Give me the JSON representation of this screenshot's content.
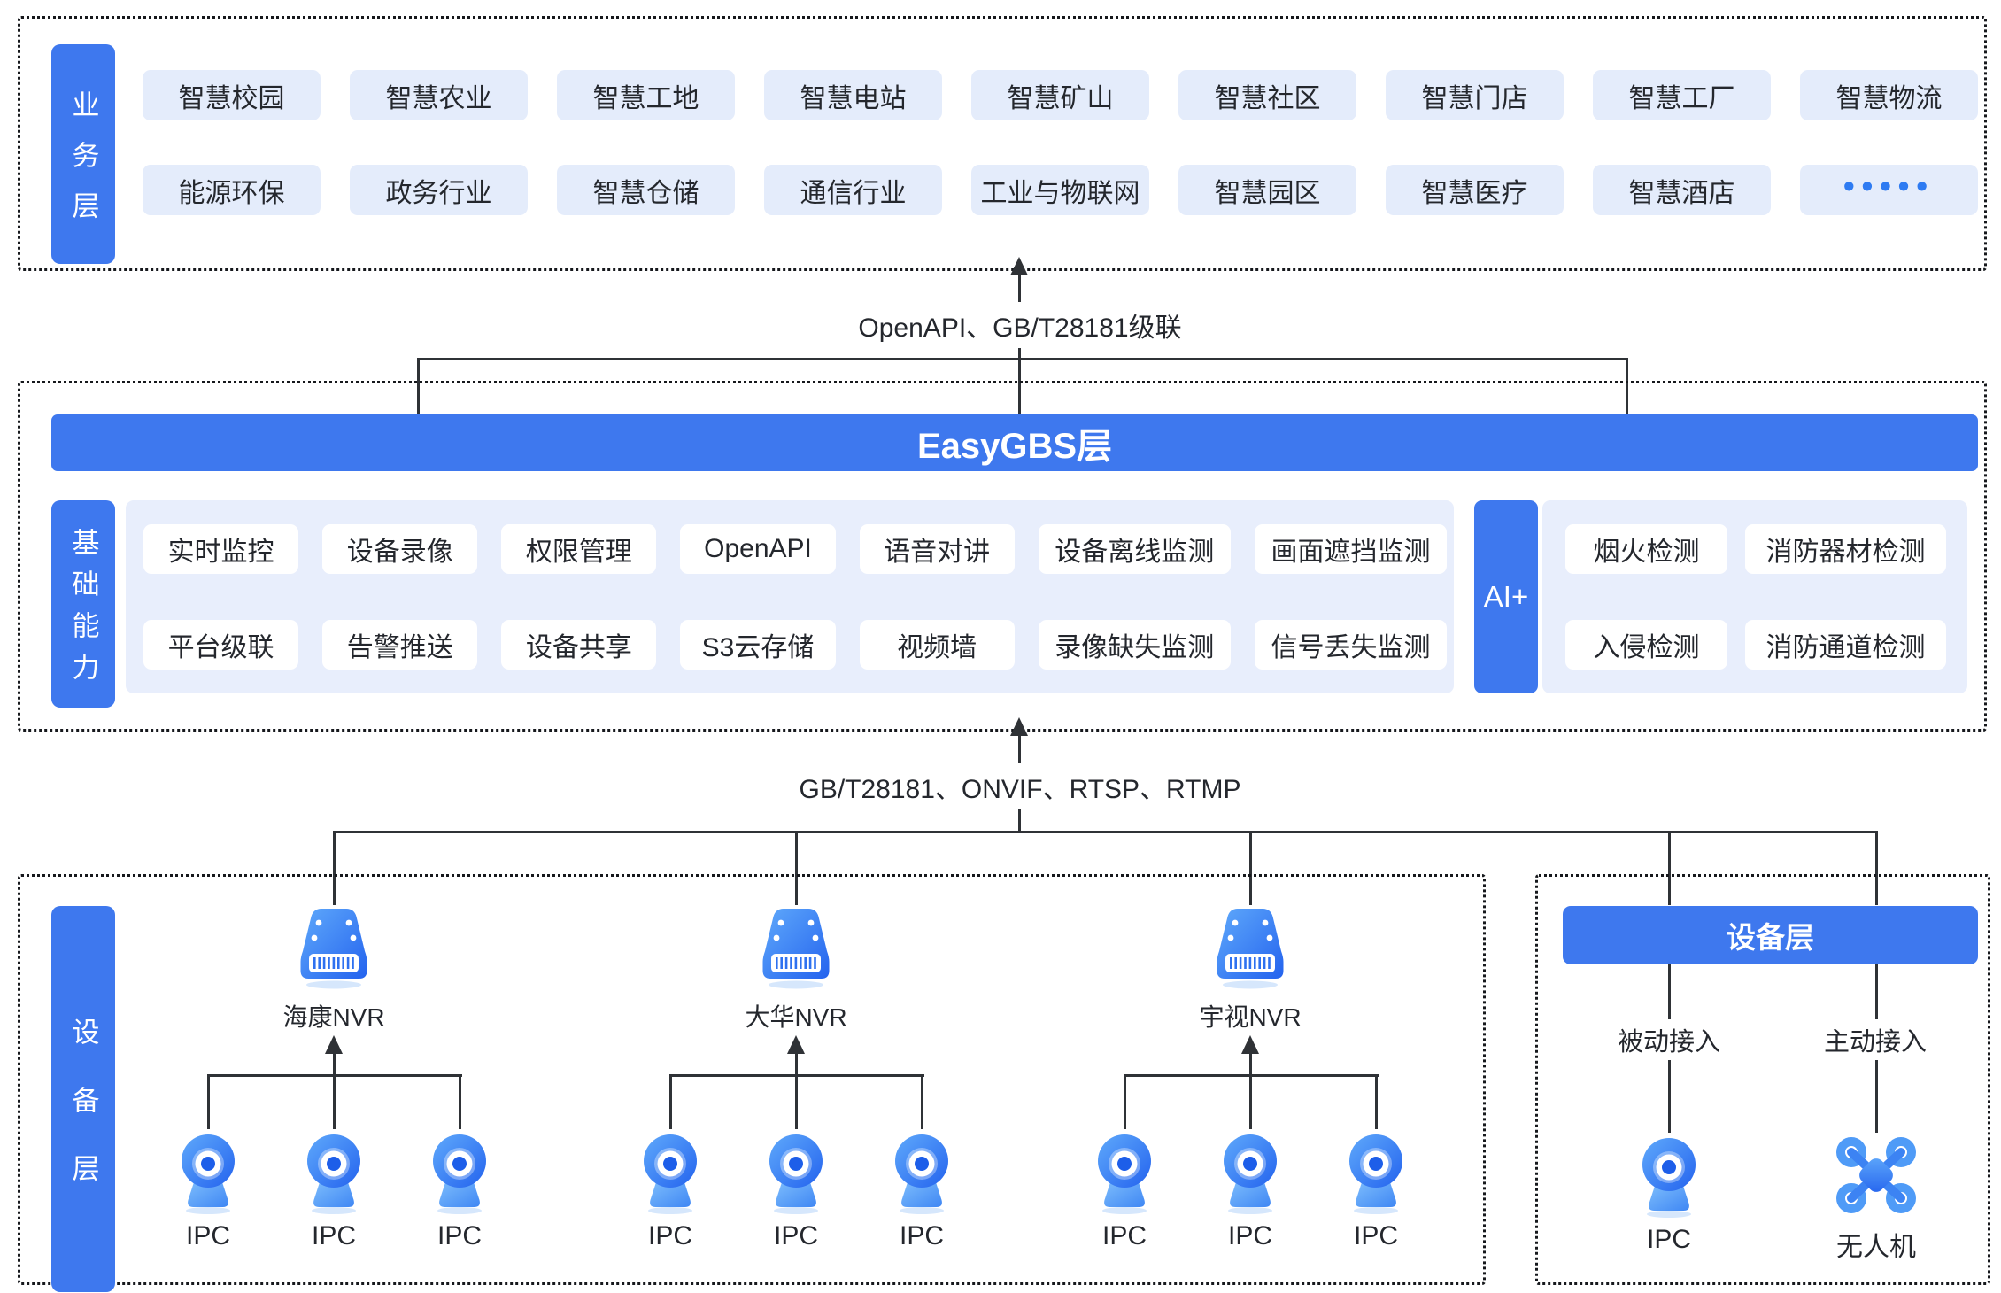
{
  "colors": {
    "primary": "#3e78ee",
    "chip_light": "#e4ecfb",
    "panel": "#e8eefc",
    "text": "#24272d",
    "line": "#2f3236",
    "dots": "#2e7bf2"
  },
  "business": {
    "label": "业务层",
    "row1": [
      "智慧校园",
      "智慧农业",
      "智慧工地",
      "智慧电站",
      "智慧矿山",
      "智慧社区",
      "智慧门店",
      "智慧工厂",
      "智慧物流"
    ],
    "row2": [
      "能源环保",
      "政务行业",
      "智慧仓储",
      "通信行业",
      "工业与物联网",
      "智慧园区",
      "智慧医疗",
      "智慧酒店"
    ],
    "more": "•••••"
  },
  "link_top": {
    "label": "OpenAPI、GB/T28181级联"
  },
  "easygbs": {
    "banner": "EasyGBS层",
    "cap_label": "基础能力",
    "cap_row1": [
      "实时监控",
      "设备录像",
      "权限管理",
      "OpenAPI",
      "语音对讲",
      "设备离线监测",
      "画面遮挡监测"
    ],
    "cap_row2": [
      "平台级联",
      "告警推送",
      "设备共享",
      "S3云存储",
      "视频墙",
      "录像缺失监测",
      "信号丢失监测"
    ],
    "ai_label": "AI+",
    "ai_row1": [
      "烟火检测",
      "消防器材检测"
    ],
    "ai_row2": [
      "入侵检测",
      "消防通道检测"
    ]
  },
  "link_bottom": {
    "label": "GB/T28181、ONVIF、RTSP、RTMP"
  },
  "devices": {
    "label": "设备层",
    "groups": [
      {
        "name": "海康NVR",
        "ipcs": [
          "IPC",
          "IPC",
          "IPC"
        ]
      },
      {
        "name": "大华NVR",
        "ipcs": [
          "IPC",
          "IPC",
          "IPC"
        ]
      },
      {
        "name": "宇视NVR",
        "ipcs": [
          "IPC",
          "IPC",
          "IPC"
        ]
      }
    ],
    "right": {
      "banner": "设备层",
      "passive": "被动接入",
      "active": "主动接入",
      "ipc": "IPC",
      "drone": "无人机"
    }
  }
}
